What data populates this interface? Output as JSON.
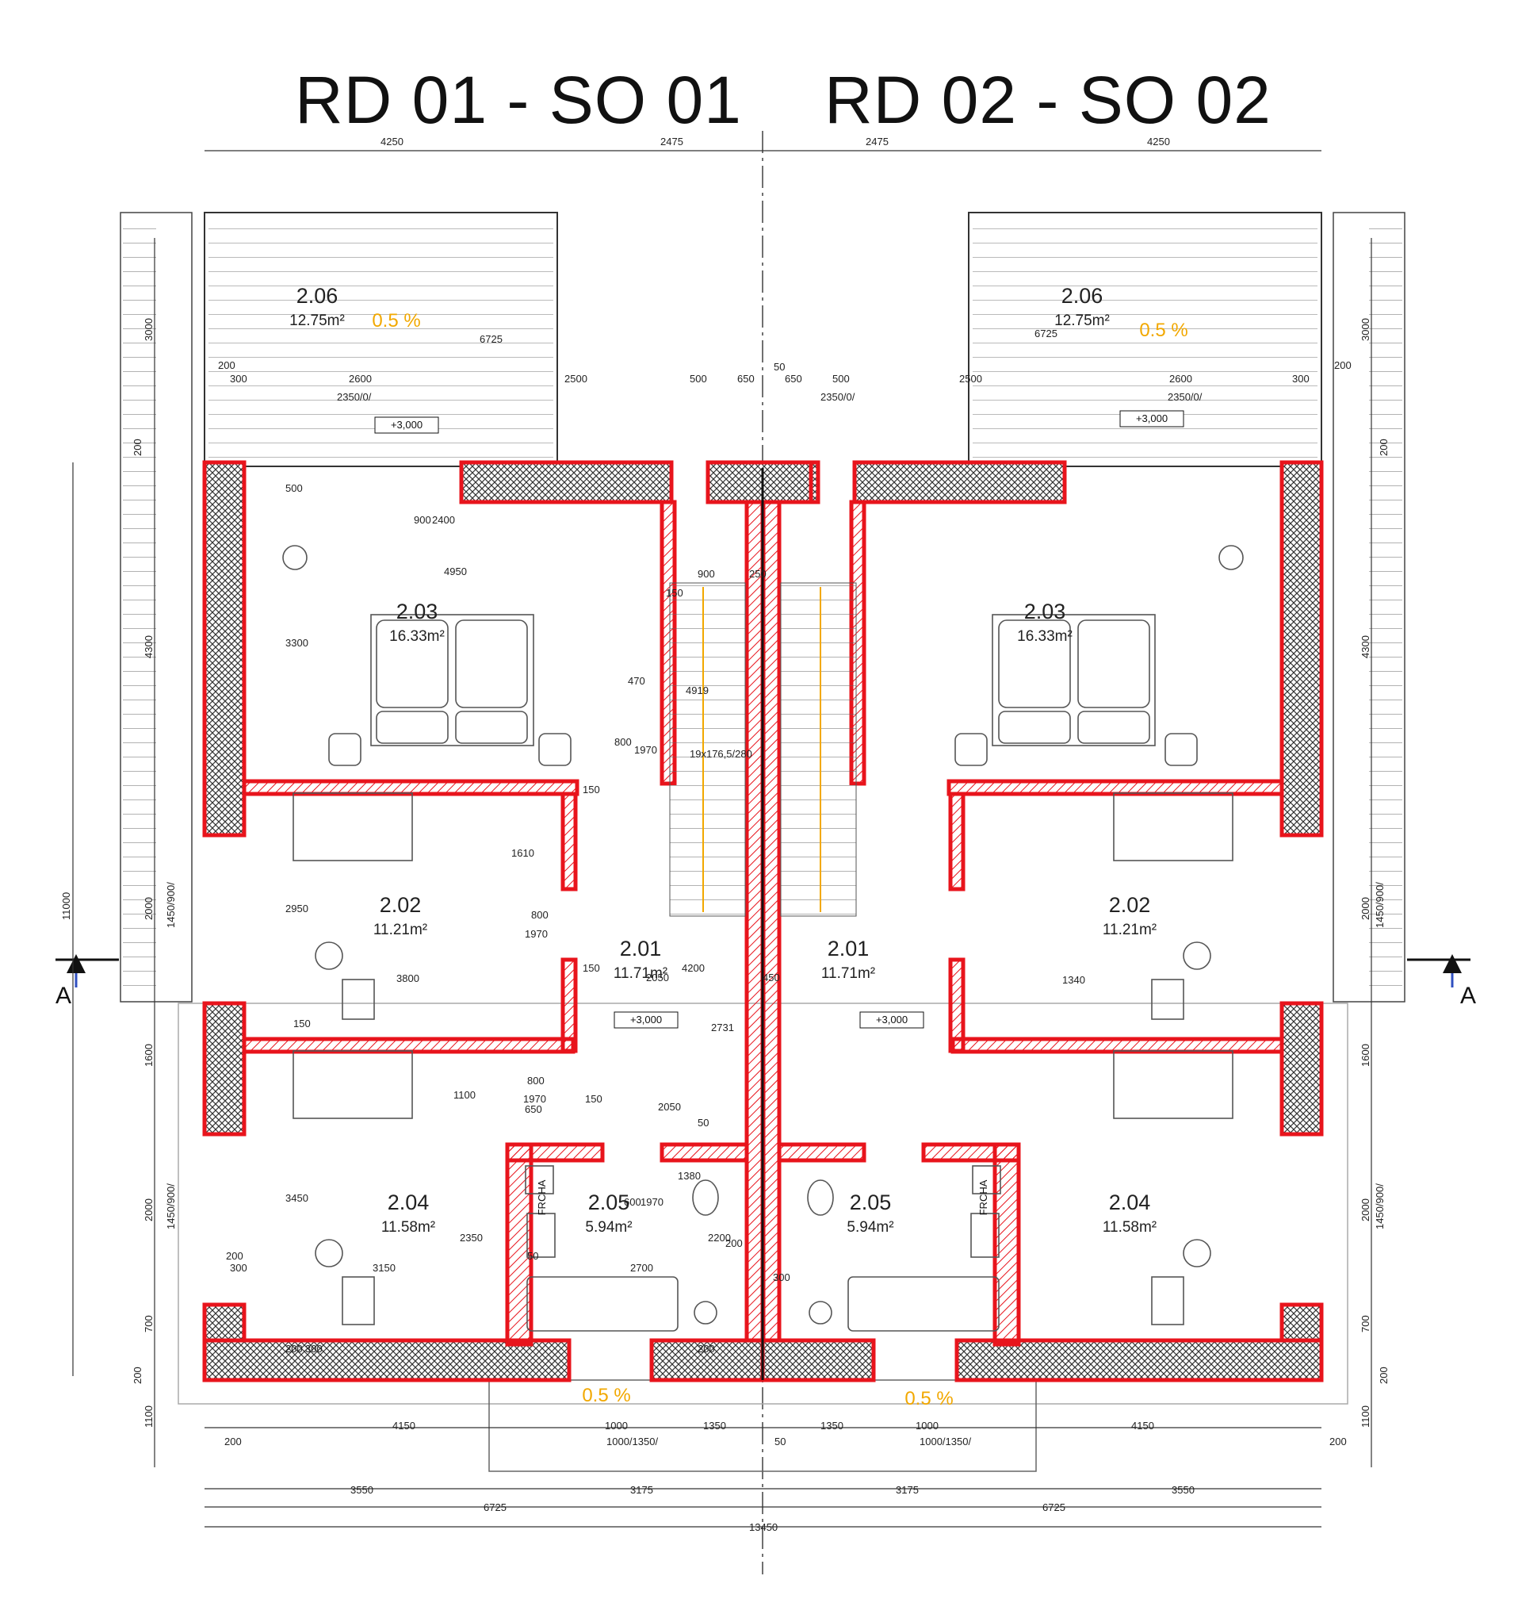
{
  "titles": {
    "left": "RD 01 - SO 01",
    "right": "RD 02 - SO 02"
  },
  "colors": {
    "wall": "#e8141c",
    "ink": "#222222",
    "slope": "#f2a800",
    "hatch": "#e8141c"
  },
  "section_marker": "A",
  "level_label": "+3,000",
  "slope_label": "0.5 %",
  "label_frcha": "FRCHA",
  "rooms": [
    {
      "id": "2.06",
      "area": "12.75m²"
    },
    {
      "id": "2.03",
      "area": "16.33m²"
    },
    {
      "id": "2.02",
      "area": "11.21m²"
    },
    {
      "id": "2.01",
      "area": "11.71m²"
    },
    {
      "id": "2.04",
      "area": "11.58m²"
    },
    {
      "id": "2.05",
      "area": "5.94m²"
    }
  ],
  "dims_top": [
    "4250",
    "2475",
    "2475",
    "4250"
  ],
  "dims_terrace": [
    "200",
    "300",
    "2600",
    "2350/0/",
    "6725",
    "2500",
    "500",
    "650",
    "50",
    "650",
    "500",
    "2350/0/",
    "2500",
    "2600",
    "2350/0/",
    "6725",
    "300",
    "200"
  ],
  "dims_left": [
    "3000",
    "200",
    "4300",
    "2000",
    "1450/900/",
    "11000",
    "1600",
    "2000",
    "1450/900/",
    "700",
    "200",
    "1100"
  ],
  "dims_right": [
    "3000",
    "200",
    "4300",
    "2000",
    "1450/900/",
    "1600",
    "2000",
    "1450/900/",
    "700",
    "200",
    "1100"
  ],
  "dims_interior": [
    "500",
    "900",
    "2400",
    "4950",
    "3300",
    "900",
    "250",
    "150",
    "470",
    "800",
    "1970",
    "19x176,5/280",
    "4919",
    "150",
    "1610",
    "800",
    "1970",
    "2950",
    "3800",
    "150",
    "150",
    "4200",
    "2050",
    "450",
    "2731",
    "1340",
    "1100",
    "800",
    "1970",
    "650",
    "150",
    "2050",
    "50",
    "600",
    "1970",
    "1380",
    "3450",
    "2350",
    "200",
    "300",
    "3150",
    "2700",
    "2200",
    "200",
    "50",
    "300",
    "200",
    "300",
    "200"
  ],
  "dims_bottom_row1": [
    "200",
    "4150",
    "1000",
    "1350",
    "1000/1350/",
    "50",
    "1350",
    "1000",
    "1000/1350/",
    "4150",
    "200"
  ],
  "dims_bottom_row2": [
    "3550",
    "3175",
    "3175",
    "3550"
  ],
  "dims_bottom_row3": [
    "6725",
    "6725"
  ],
  "dims_bottom_total": "13450"
}
